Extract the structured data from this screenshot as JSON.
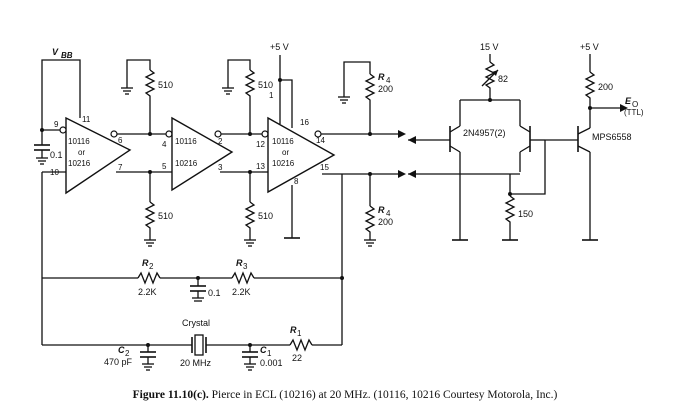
{
  "labels": {
    "vbb": "V",
    "vbb_sub": "BB",
    "vcc_a": "+5 V",
    "vcc_b": "15 V",
    "vcc_c": "+5 V",
    "r510": "510",
    "r4": "R",
    "r4_sub": "4",
    "r200": "200",
    "r82": "82",
    "r150": "150",
    "r200b": "200",
    "c01": "0.1",
    "transistor_pair": "2N4957(2)",
    "transistor_out": "MPS6558",
    "eo": "E",
    "eo_sub": "O",
    "eo_ttl": "(TTL)",
    "r2": "R",
    "r2_sub": "2",
    "r2_val": "2.2K",
    "r3": "R",
    "r3_sub": "3",
    "r3_val": "2.2K",
    "c_mid": "0.1",
    "crystal": "Crystal",
    "crystal_freq": "20 MHz",
    "c2": "C",
    "c2_sub": "2",
    "c2_val": "470 pF",
    "c1": "C",
    "c1_sub": "1",
    "c1_val": "0.001",
    "r1": "R",
    "r1_sub": "1",
    "r1_val": "22"
  },
  "gates": [
    {
      "l1": "10116",
      "l2": "or",
      "l3": "10216"
    },
    {
      "l1": "10116",
      "l2": "",
      "l3": "10216"
    },
    {
      "l1": "10116",
      "l2": "or",
      "l3": "10216"
    }
  ],
  "pins": {
    "p9": "9",
    "p10": "10",
    "p11": "11",
    "p6": "6",
    "p7": "7",
    "p4": "4",
    "p5": "5",
    "p2": "2",
    "p3": "3",
    "p12": "12",
    "p13": "13",
    "p1": "1",
    "p16": "16",
    "p14": "14",
    "p15": "15",
    "p8": "8"
  },
  "caption": {
    "figure": "Figure 11.10(c).",
    "text": "Pierce in ECL (10216) at 20 MHz. (10116, 10216 Courtesy Motorola, Inc.)"
  }
}
